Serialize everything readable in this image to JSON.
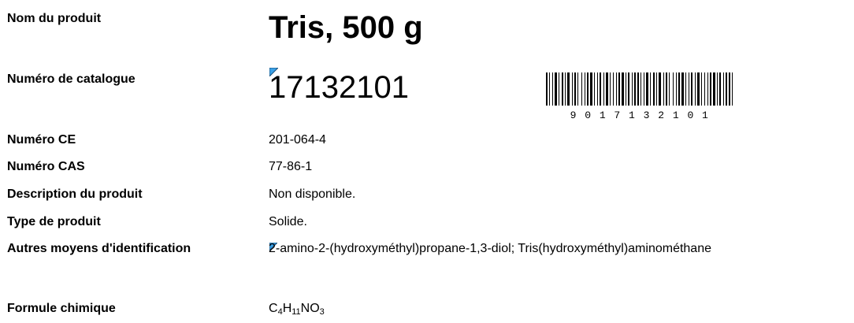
{
  "product_name": {
    "label": "Nom du produit",
    "value": "Tris, 500 g"
  },
  "catalog_number": {
    "label": "Numéro de catalogue",
    "value": "17132101",
    "barcode_digits": "9 0 1 7 1 3 2 1 0 1"
  },
  "ec_number": {
    "label": "Numéro CE",
    "value": "201-064-4"
  },
  "cas_number": {
    "label": "Numéro CAS",
    "value": "77-86-1"
  },
  "description": {
    "label": "Description du produit",
    "value": "Non disponible."
  },
  "product_type": {
    "label": "Type de produit",
    "value": "Solide."
  },
  "other_ids": {
    "label": "Autres moyens d'identification",
    "value": "2-amino-2-(hydroxyméthyl)propane-1,3-diol; Tris(hydroxyméthyl)aminométhane"
  },
  "formula": {
    "label": "Formule chimique",
    "c": "C",
    "c_n": "4",
    "h": "H",
    "h_n": "11",
    "rest": "NO",
    "o_n": "3"
  },
  "colors": {
    "marker_blue": "#3aa0e6",
    "marker_dark": "#1a4f7a"
  }
}
